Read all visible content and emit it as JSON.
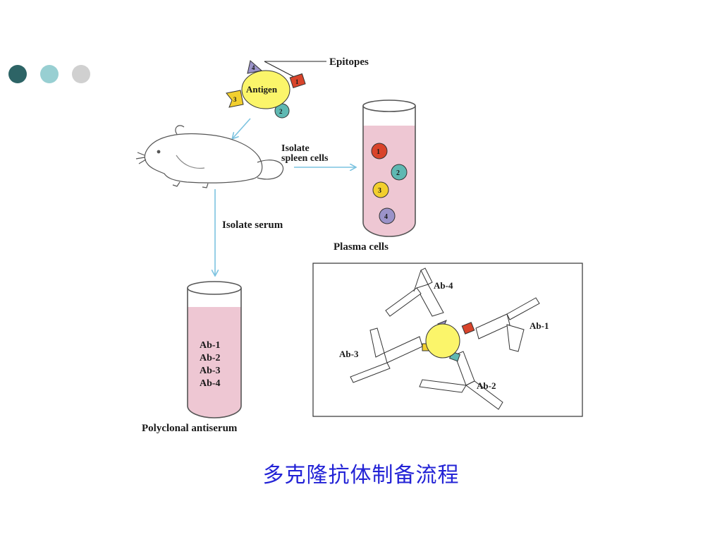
{
  "decoration": {
    "dots": [
      {
        "name": "dark-teal",
        "color": "#2d6466"
      },
      {
        "name": "light-teal",
        "color": "#98cfd2"
      },
      {
        "name": "light-gray",
        "color": "#d0d0d0"
      }
    ]
  },
  "diagram": {
    "epitopes_label": "Epitopes",
    "antigen_label": "Antigen",
    "epitope_numbers": [
      "1",
      "2",
      "3",
      "4"
    ],
    "isolate_spleen_line1": "Isolate",
    "isolate_spleen_line2": "spleen cells",
    "isolate_serum": "Isolate serum",
    "plasma_cells": "Plasma cells",
    "plasma_numbers": [
      "1",
      "2",
      "3",
      "4"
    ],
    "antibodies": [
      "Ab-1",
      "Ab-2",
      "Ab-3",
      "Ab-4"
    ],
    "polyclonal_antiserum": "Polyclonal antiserum",
    "colors": {
      "epitope1": "#d9442b",
      "epitope2": "#5fb8b2",
      "epitope3": "#f2cf2e",
      "epitope4": "#9b93c9",
      "antigen": "#fbf56a",
      "arrow": "#7cc3e0",
      "tube_fill": "#eec7d3"
    }
  },
  "caption": "多克隆抗体制备流程"
}
